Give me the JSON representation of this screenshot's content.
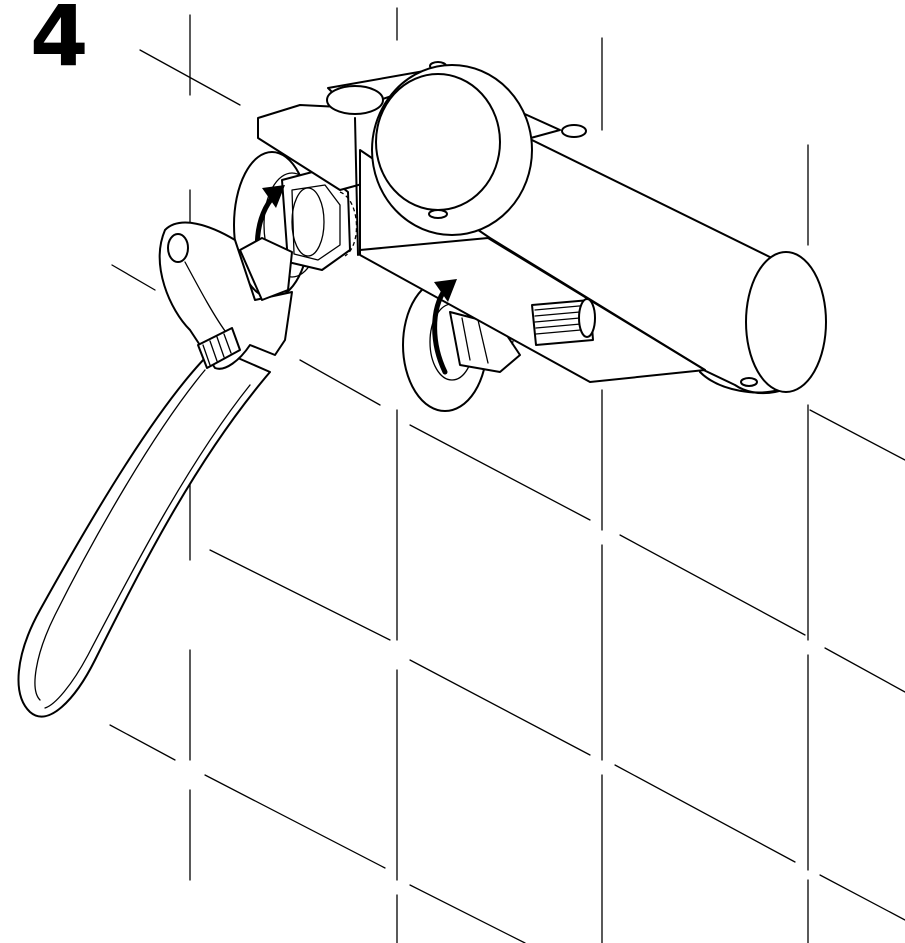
{
  "step": {
    "number": "4"
  },
  "illustration": {
    "subject": "wall-mounted-mixer-tap",
    "tool_icon": "adjustable-wrench-icon",
    "rotation_icon": "clockwise-tighten-arrow-icon",
    "background": "wall-tile-grid",
    "line_color": "#000000",
    "fill_color": "#ffffff"
  }
}
